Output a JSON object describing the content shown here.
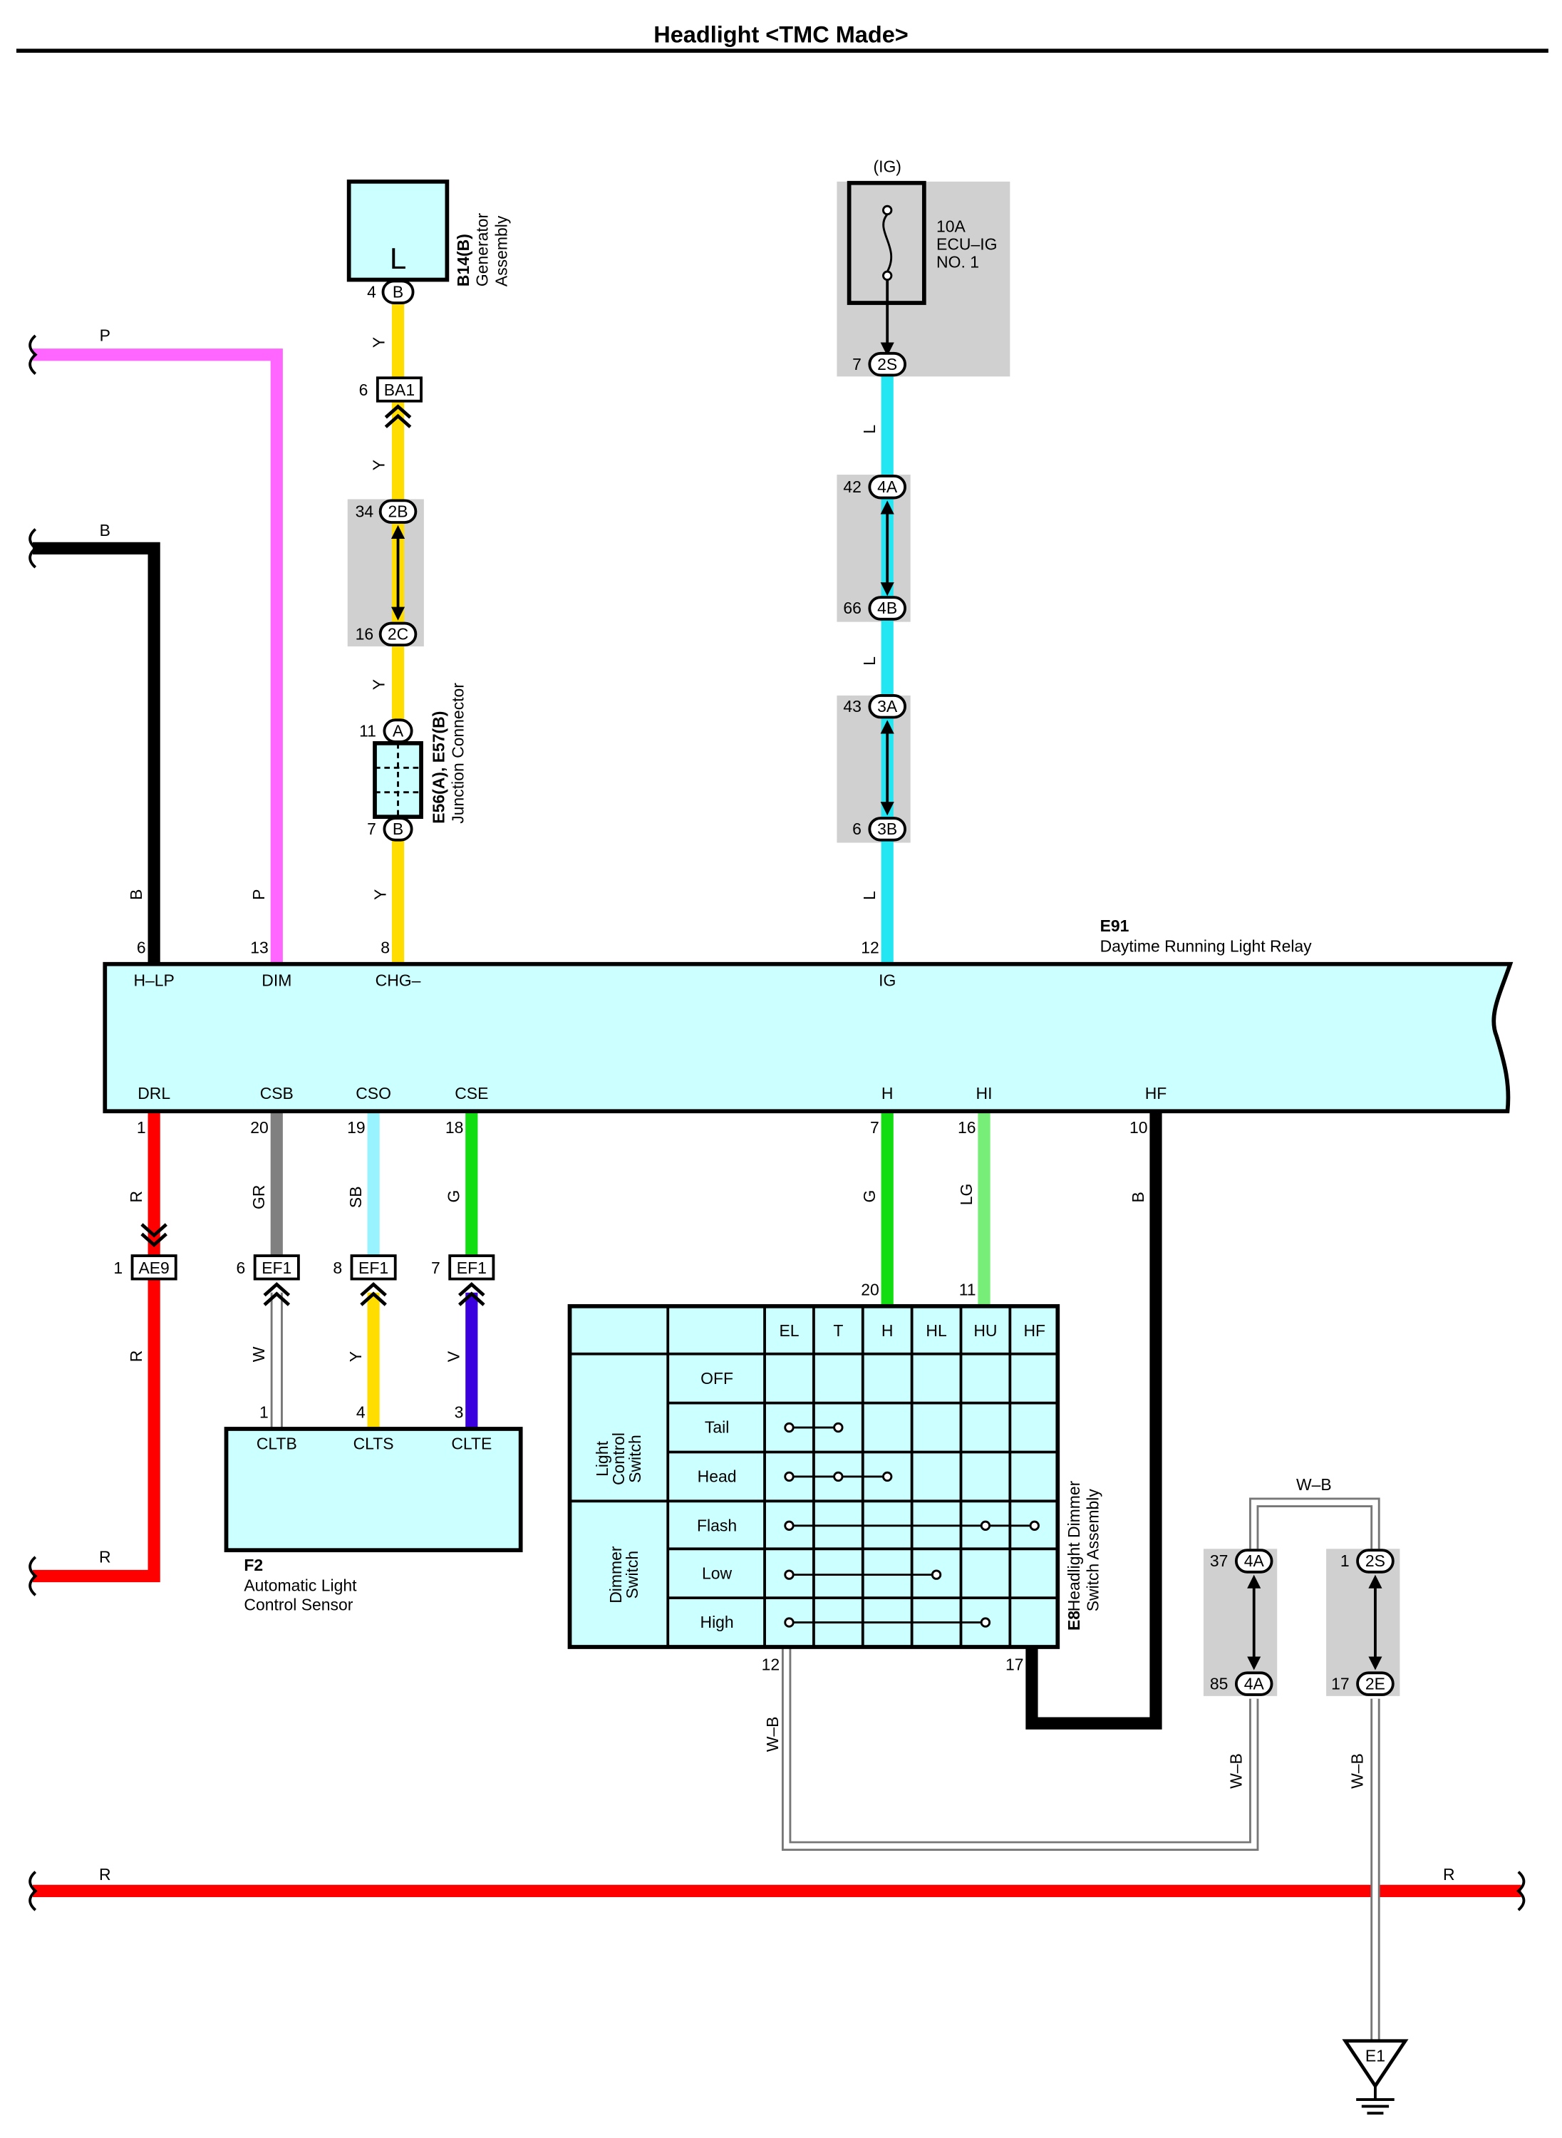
{
  "title": "Headlight <TMC Made>",
  "colors": {
    "P": "#ff66ff",
    "B": "#000000",
    "Y": "#ffdd00",
    "L": "#22e6f2",
    "R": "#ff0000",
    "GR": "#808080",
    "SB": "#99f3ff",
    "G": "#11dd11",
    "LG": "#77ee77",
    "W": "#ffffff",
    "V": "#3a00dd",
    "component_fill": "#ccffff",
    "shade": "#d0d0d0"
  },
  "components": {
    "generator": {
      "code": "B14(B)",
      "name_line1": "Generator",
      "name_line2": "Assembly",
      "terminal": "L"
    },
    "fuse": {
      "supply": "(IG)",
      "line1": "10A",
      "line2": "ECU–IG",
      "line3": "NO. 1"
    },
    "junction": {
      "code": "E56(A), E57(B)",
      "name": "Junction Connector"
    },
    "relay": {
      "code": "E91",
      "name": "Daytime Running Light Relay",
      "top_terminals": {
        "hlp": "H–LP",
        "dim": "DIM",
        "chg": "CHG–",
        "ig": "IG"
      },
      "bottom_terminals": {
        "drl": "DRL",
        "csb": "CSB",
        "cso": "CSO",
        "cse": "CSE",
        "h": "H",
        "hi": "HI",
        "hf": "HF"
      }
    },
    "sensor": {
      "code": "F2",
      "name_line1": "Automatic Light",
      "name_line2": "Control Sensor",
      "terminals": [
        "CLTB",
        "CLTS",
        "CLTE"
      ]
    },
    "switch": {
      "code": "E8",
      "name_line1": "Headlight Dimmer",
      "name_line2": "Switch Assembly",
      "columns": [
        "EL",
        "T",
        "H",
        "HL",
        "HU",
        "HF"
      ],
      "group1_line1": "Light",
      "group1_line2": "Control",
      "group1_line3": "Switch",
      "group2_line1": "Dimmer",
      "group2_line2": "Switch",
      "rows": [
        "OFF",
        "Tail",
        "Head",
        "Flash",
        "Low",
        "High"
      ]
    },
    "ground": {
      "code": "E1"
    }
  },
  "wires": {
    "P": "P",
    "B": "B",
    "Y": "Y",
    "L": "L",
    "R": "R",
    "GR": "GR",
    "SB": "SB",
    "G": "G",
    "LG": "LG",
    "W": "W",
    "V": "V",
    "WB": "W–B"
  },
  "pins": {
    "gen_4": "4",
    "gen_B": "B",
    "ba1_6": "6",
    "ba1": "BA1",
    "j34": "34",
    "j2B": "2B",
    "j16": "16",
    "j2C": "2C",
    "jc11": "11",
    "jcA": "A",
    "jc7": "7",
    "jcB": "B",
    "f7": "7",
    "f2S": "2S",
    "f42": "42",
    "f4A": "4A",
    "f66": "66",
    "f4B": "4B",
    "f43": "43",
    "f3A": "3A",
    "f6": "6",
    "f3B": "3B",
    "r6": "6",
    "r13": "13",
    "r8": "8",
    "r12": "12",
    "r1": "1",
    "r20": "20",
    "r19": "19",
    "r18": "18",
    "r7": "7",
    "r16": "16",
    "r10": "10",
    "ae9_1": "1",
    "ae9": "AE9",
    "ef1_6": "6",
    "ef1_8": "8",
    "ef1_7": "7",
    "ef1": "EF1",
    "s1": "1",
    "s4": "4",
    "s3": "3",
    "sw20": "20",
    "sw11": "11",
    "sw12": "12",
    "sw17": "17",
    "g37": "37",
    "g4A": "4A",
    "g85": "85",
    "g1": "1",
    "g2S": "2S",
    "g17": "17",
    "g2E": "2E"
  }
}
